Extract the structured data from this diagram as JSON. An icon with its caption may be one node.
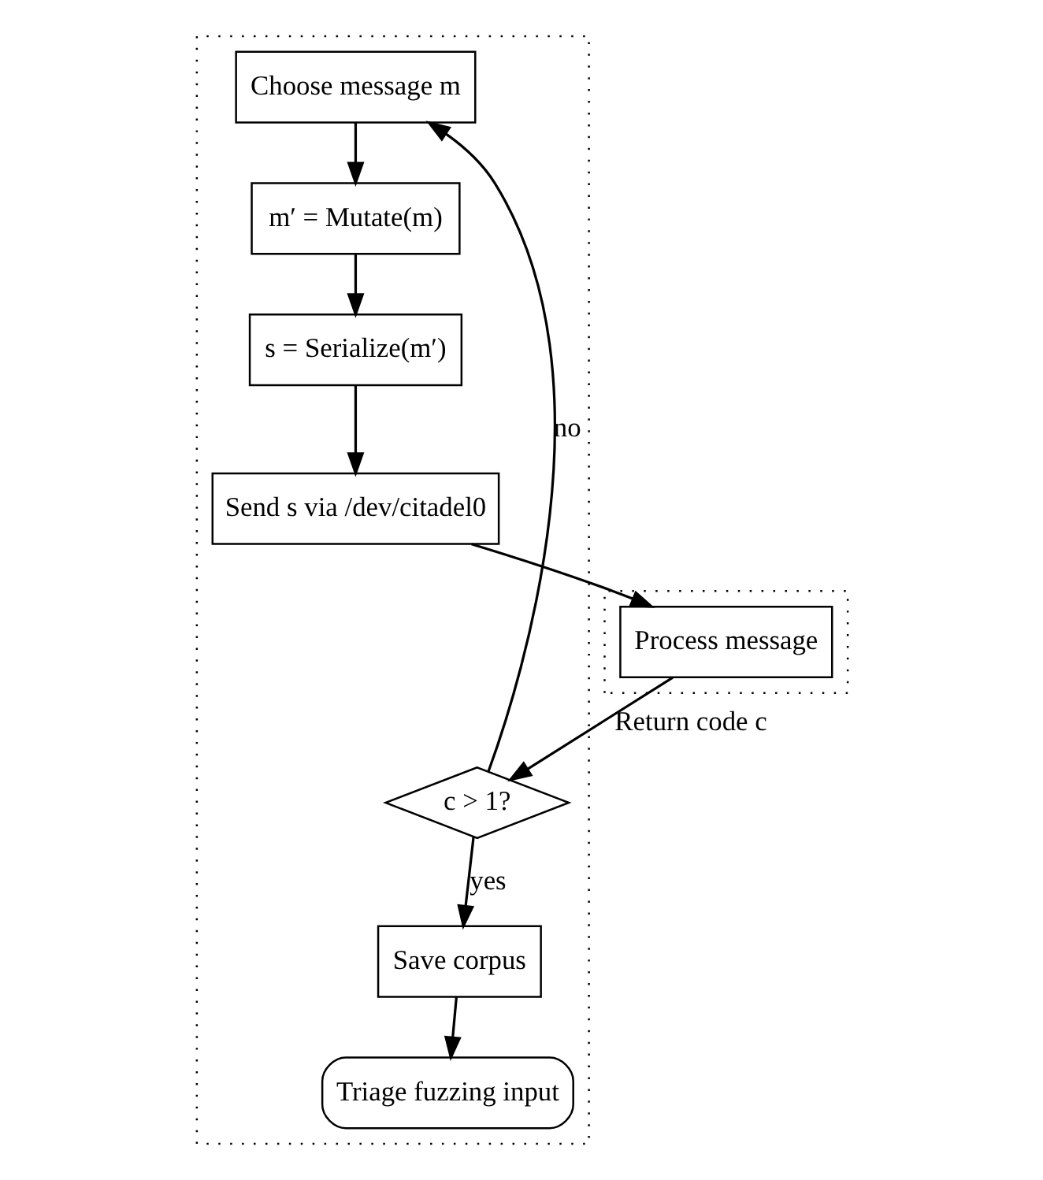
{
  "diagram": {
    "nodes": [
      {
        "text": [],
        "shape": "box"
      },
      {
        "text": [
          "Choose message m"
        ],
        "in": 0
      },
      {
        "text": [
          "m′ = Mutate(m)"
        ],
        "in": 0
      },
      {
        "text": [
          "s = Serialize(m′)"
        ],
        "in": 0
      },
      {
        "text": [
          "Send s via /dev/citadel0"
        ],
        "in": 0
      },
      {
        "text": [
          "c > 1?"
        ],
        "in": 0
      },
      {
        "text": [
          "Save corpus"
        ],
        "in": 0
      },
      {
        "text": [
          "Triage fuzzing input"
        ],
        "in": 0
      },
      {
        "text": [],
        "shape": "box"
      },
      {
        "text": [
          "Process message"
        ],
        "in": 8
      }
    ],
    "edges": [
      {
        "from": 1,
        "to": 2,
        "arrow": "to"
      },
      {
        "from": 2,
        "to": 3,
        "arrow": "to"
      },
      {
        "from": 3,
        "to": 4,
        "arrow": "to"
      },
      {
        "from": 4,
        "to": 9,
        "arrow": "to"
      },
      {
        "from": 9,
        "to": 5,
        "arrow": "to",
        "label": "Return code c"
      },
      {
        "from": 5,
        "to": 1,
        "arrow": "to",
        "label": "no"
      },
      {
        "from": 5,
        "to": 6,
        "arrow": "to",
        "label": "yes"
      },
      {
        "from": 6,
        "to": 7,
        "arrow": "to"
      }
    ]
  }
}
